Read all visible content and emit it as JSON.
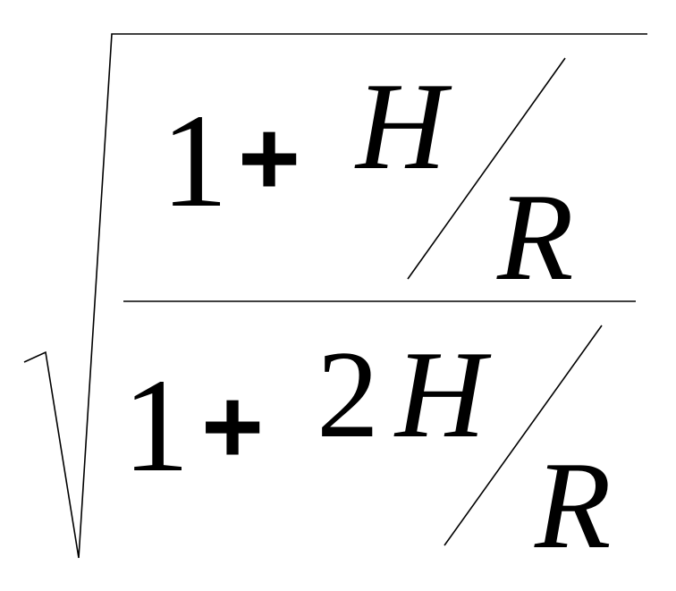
{
  "formula": {
    "numerator": {
      "one": "1",
      "plus": "+",
      "frac_top": "H",
      "frac_bottom": "R"
    },
    "denominator": {
      "one": "1",
      "plus": "+",
      "coef": "2",
      "frac_top": "H",
      "frac_bottom": "R"
    }
  }
}
